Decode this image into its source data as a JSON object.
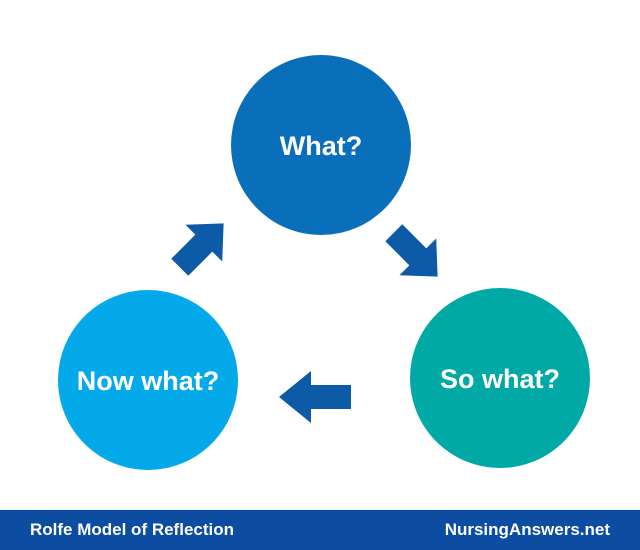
{
  "diagram": {
    "nodes": {
      "what": {
        "label": "What?",
        "color": "#0a6fbb"
      },
      "so_what": {
        "label": "So what?",
        "color": "#00a9a5"
      },
      "now_what": {
        "label": "Now what?",
        "color": "#04a9ea"
      }
    },
    "arrow_color": "#0d5aa6",
    "edges": [
      {
        "from": "what",
        "to": "so_what"
      },
      {
        "from": "so_what",
        "to": "now_what"
      },
      {
        "from": "now_what",
        "to": "what"
      }
    ]
  },
  "footer": {
    "title": "Rolfe Model of Reflection",
    "site": "NursingAnswers.net",
    "background": "#0c4da2"
  }
}
